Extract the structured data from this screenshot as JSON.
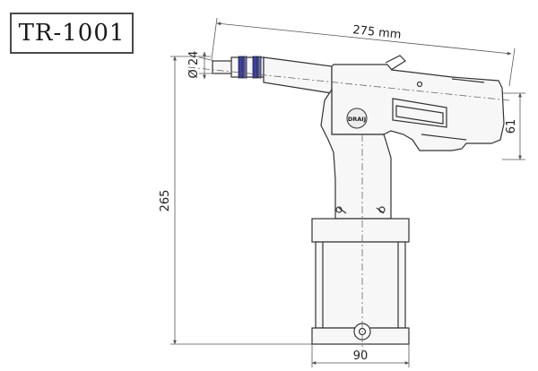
{
  "model": "TR-1001",
  "dimensions": {
    "length": "275 mm",
    "height": "265",
    "base_width": "90",
    "head_height": "61",
    "nose_diameter": "Ø 24"
  },
  "logo_text": "DRAIJ",
  "colors": {
    "outline": "#333333",
    "dimension_line": "#555555",
    "nose_rings": "#3a3fa8",
    "fill": "#f7f7f7"
  }
}
